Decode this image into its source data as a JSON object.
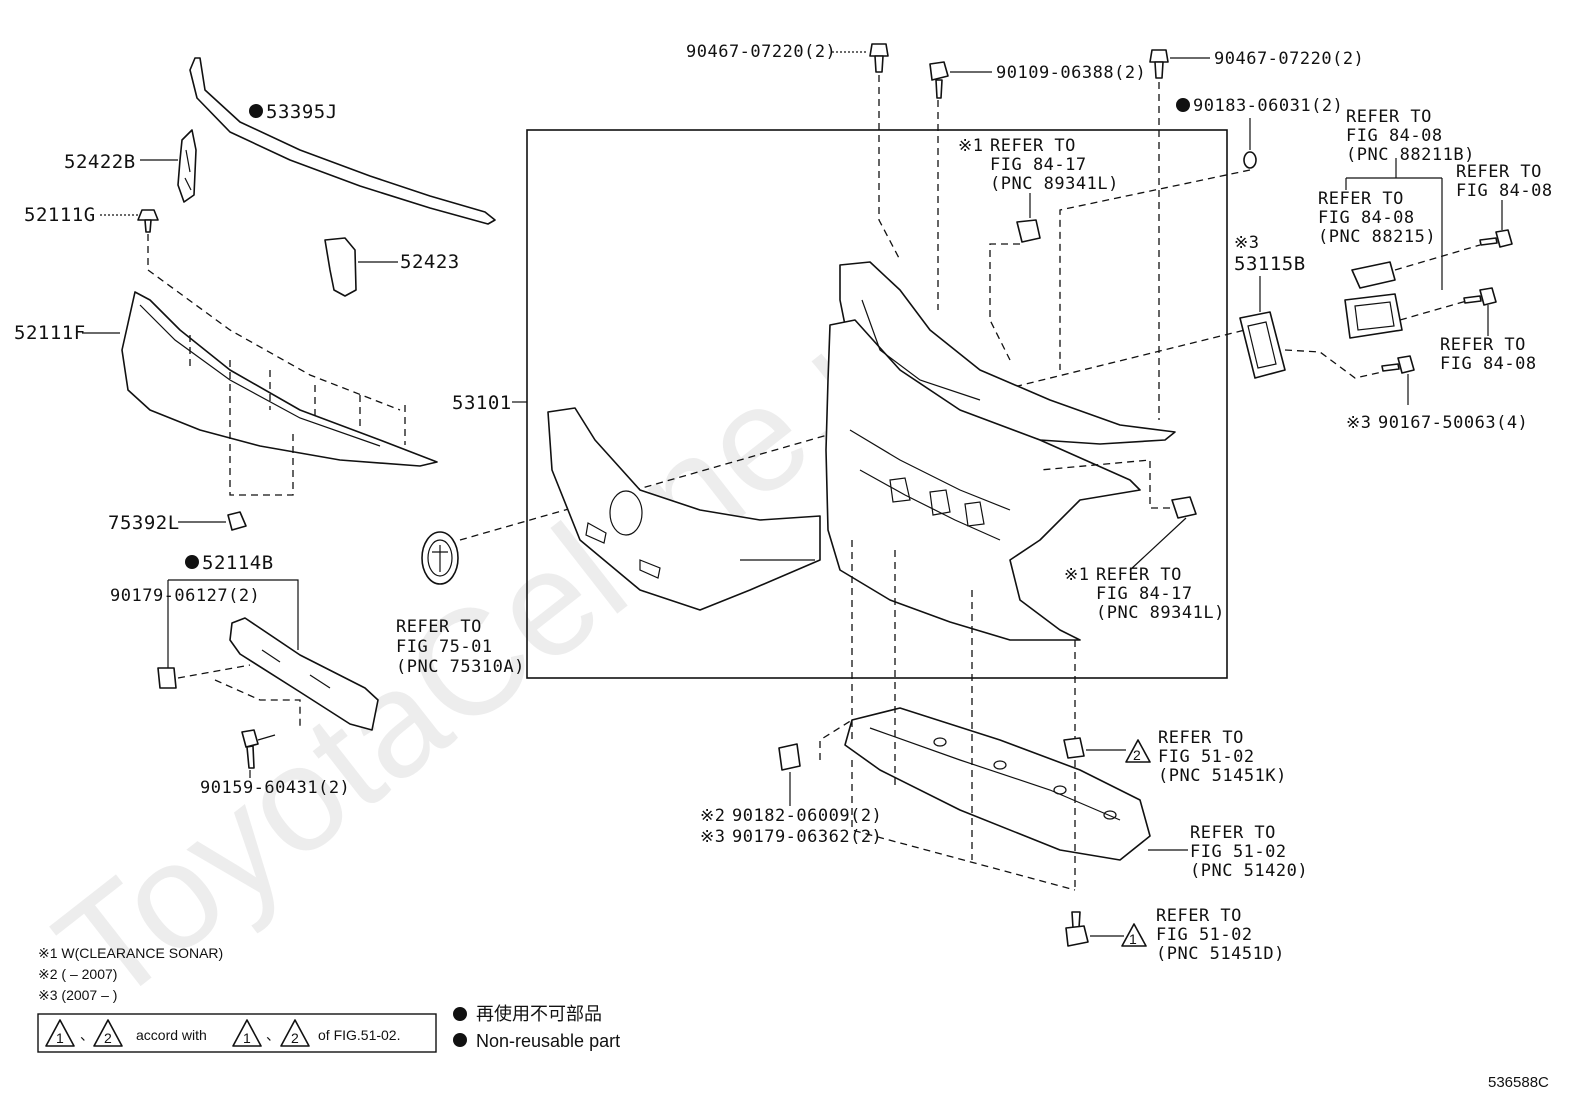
{
  "watermark": "ToyotaCelline.ru",
  "diagram_id": "536588C",
  "labels": {
    "p53395J": "53395J",
    "p52422B": "52422B",
    "p52111G": "52111G",
    "p52423": "52423",
    "p52111F": "52111F",
    "p75392L": "75392L",
    "p52114B": "52114B",
    "p90179_06127": "90179-06127(2)",
    "p90159_60431": "90159-60431(2)",
    "p53101": "53101",
    "ref7501_a": "REFER TO",
    "ref7501_b": "FIG 75-01",
    "ref7501_c": "(PNC 75310A)",
    "p90467_a": "90467-07220(2)",
    "p90109": "90109-06388(2)",
    "p90467_b": "90467-07220(2)",
    "p90183": "90183-06031(2)",
    "ref8417a_m": "※1",
    "ref8417a_a": "REFER TO",
    "ref8417a_b": "FIG 84-17",
    "ref8417a_c": "(PNC 89341L)",
    "ref88211_a": "REFER TO",
    "ref88211_b": "FIG 84-08",
    "ref88211_c": "(PNC 88211B)",
    "ref88215_a": "REFER TO",
    "ref88215_b": "FIG 84-08",
    "ref88215_c": "(PNC 88215)",
    "ref8408r_a": "REFER TO",
    "ref8408r_b": "FIG 84-08",
    "ref8408s_a": "REFER TO",
    "ref8408s_b": "FIG 84-08",
    "p53115B_m": "※3",
    "p53115B": "53115B",
    "p90167_m": "※3",
    "p90167": "90167-50063(4)",
    "ref8417b_m": "※1",
    "ref8417b_a": "REFER TO",
    "ref8417b_b": "FIG 84-17",
    "ref8417b_c": "(PNC 89341L)",
    "p90182_m": "※2",
    "p90182": "90182-06009(2)",
    "p90179_06362_m": "※3",
    "p90179_06362": "90179-06362(2)",
    "ref51451K_a": "REFER TO",
    "ref51451K_b": "FIG 51-02",
    "ref51451K_c": "(PNC 51451K)",
    "ref51420_a": "REFER TO",
    "ref51420_b": "FIG 51-02",
    "ref51420_c": "(PNC 51420)",
    "ref51451D_a": "REFER TO",
    "ref51451D_b": "FIG 51-02",
    "ref51451D_c": "(PNC 51451D)",
    "tri1": "1",
    "tri2": "2"
  },
  "notes": {
    "n1": "※1 W(CLEARANCE SONAR)",
    "n2": "※2 (      – 2007)",
    "n3": "※3 (2007 –      )",
    "accord_mid": "accord with",
    "accord_end": "of FIG.51-02.",
    "sep": "、"
  },
  "legend": {
    "line1": "再使用不可部品",
    "line2": "Non-reusable part"
  }
}
